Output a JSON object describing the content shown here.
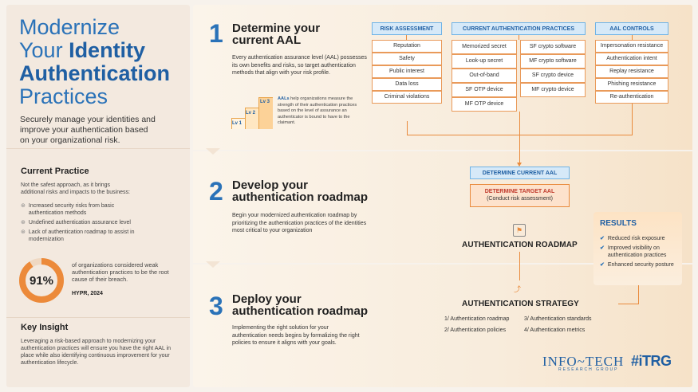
{
  "title": {
    "line1": "Modernize",
    "line2a": "Your ",
    "line2b": "Identity",
    "line3": "Authentication",
    "line4": "Practices"
  },
  "subtitle": "Securely manage your identities and improve your authentication based on your organizational risk.",
  "current_practice": {
    "heading": "Current Practice",
    "intro": "Not the safest approach, as it brings additional risks and impacts to the business:",
    "bullets": [
      "Increased security risks from basic authentication methods",
      "Undefined authentication assurance level",
      "Lack of authentication roadmap to assist in modernization"
    ],
    "stat_value": "91%",
    "stat_fraction": 0.91,
    "stat_text": "of organizations considered weak authentication practices to be the root cause of their breach.",
    "stat_source": "HYPR, 2024"
  },
  "key_insight": {
    "heading": "Key Insight",
    "text": "Leveraging a risk-based approach to modernizing your authentication practices will ensure you have the right AAL in place while also identifying continuous improvement for your authentication lifecycle."
  },
  "step1": {
    "num": "1",
    "title_l1": "Determine your",
    "title_l2": "current AAL",
    "body": "Every authentication assurance level (AAL) possesses its own benefits and risks, so target authentication methods that align with your risk profile.",
    "aal_bold": "AALs",
    "aal_text": " help organizations measure the strength of their authentication practices based on the level of assurance an authenticator is bound to have to the claimant.",
    "levels": [
      "Lv 1",
      "Lv 2",
      "Lv 3"
    ]
  },
  "risk": {
    "header": "RISK ASSESSMENT",
    "items": [
      "Reputation",
      "Safety",
      "Public interest",
      "Data loss",
      "Criminal violations"
    ]
  },
  "practices": {
    "header": "CURRENT AUTHENTICATION PRACTICES",
    "col1": [
      "Memorized secret",
      "Look-up secret",
      "Out-of-band",
      "SF OTP device",
      "MF OTP device"
    ],
    "col2": [
      "SF crypto software",
      "MF crypto software",
      "SF crypto device",
      "MF crypto device"
    ]
  },
  "controls": {
    "header": "AAL CONTROLS",
    "items": [
      "Impersonation resistance",
      "Authentication intent",
      "Replay resistance",
      "Phishing resistance",
      "Re-authentication"
    ]
  },
  "step2": {
    "num": "2",
    "title_l1": "Develop your",
    "title_l2": "authentication roadmap",
    "body": "Begin your modernized authentication roadmap by prioritizing the authentication practices of the identities most critical to your organization",
    "determine_current": "DETERMINE CURRENT AAL",
    "determine_target": "DETERMINE TARGET AAL",
    "target_note": "(Conduct risk assessment)",
    "roadmap": "AUTHENTICATION ROADMAP"
  },
  "step3": {
    "num": "3",
    "title_l1": "Deploy your",
    "title_l2": "authentication roadmap",
    "body": "Implementing the right solution for your authentication needs begins by formalizing the right policies to ensure it aligns with your goals.",
    "strategy": "AUTHENTICATION STRATEGY",
    "items": [
      {
        "n": "1",
        "t": "Authentication roadmap"
      },
      {
        "n": "2",
        "t": "Authentication policies"
      },
      {
        "n": "3",
        "t": "Authentication standards"
      },
      {
        "n": "4",
        "t": "Authentication metrics"
      }
    ]
  },
  "results": {
    "heading": "RESULTS",
    "items": [
      "Reduced risk exposure",
      "Improved visibility on authentication practices",
      "Enhanced security posture"
    ]
  },
  "brand": {
    "infotech": "INFO~TECH",
    "infotech_sub": "RESEARCH GROUP",
    "itrg": "#iTRG"
  },
  "colors": {
    "blue": "#2a72b8",
    "orange": "#e98a3c",
    "light_blue": "#d6e9f8"
  }
}
